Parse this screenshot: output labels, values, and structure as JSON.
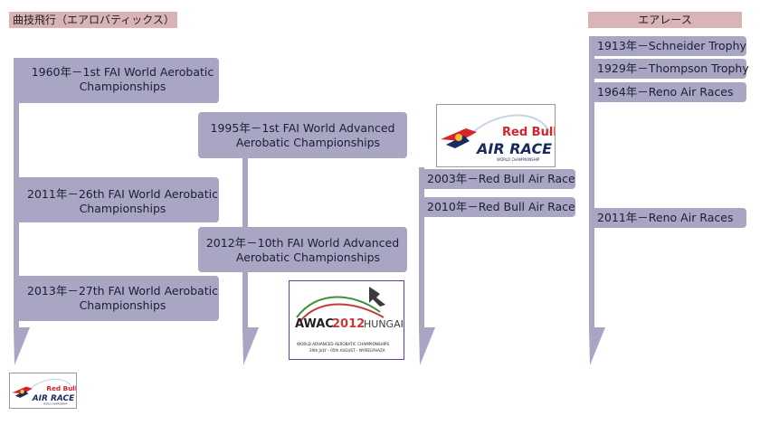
{
  "headers": {
    "left": "曲技飛行（エアロバティックス）",
    "right": "エアレース"
  },
  "col1": [
    {
      "line1": "1960年－1st FAI World Aerobatic",
      "line2": "Championships"
    },
    {
      "line1": "2011年－26th FAI World Aerobatic",
      "line2": "Championships"
    },
    {
      "line1": "2013年－27th FAI World Aerobatic",
      "line2": "Championships"
    }
  ],
  "col2": [
    {
      "line1": "1995年－1st FAI World Advanced",
      "line2": "Aerobatic Championships"
    },
    {
      "line1": "2012年－10th FAI World Advanced",
      "line2": "Aerobatic Championships"
    }
  ],
  "col3": [
    {
      "text": "2003年－Red Bull Air Race"
    },
    {
      "text": "2010年－Red Bull Air Race"
    }
  ],
  "col4": [
    {
      "text": "1913年－Schneider Trophy"
    },
    {
      "text": "1929年－Thompson Trophy"
    },
    {
      "text": "1964年－Reno Air Races"
    },
    {
      "text": "2011年－Reno Air Races"
    }
  ],
  "logos": {
    "redbull": {
      "brand": "Red Bull",
      "name": "AIR RACE",
      "sub": "WORLD CHAMPIONSHIP"
    },
    "awac": {
      "title_a": "AWAC",
      "title_b": "2012",
      "title_c": "HUNGARY",
      "sub1": "WORLD ADVANCED AEROBATIC CHAMPIONSHIPS",
      "sub2": "29th JULY – 05th AUGUST – NYIREGYHAZA"
    }
  },
  "colors": {
    "box": "#a8a6c3",
    "header": "#d9b3b6",
    "redbull_red": "#d8232a",
    "redbull_navy": "#1b2a5e"
  }
}
